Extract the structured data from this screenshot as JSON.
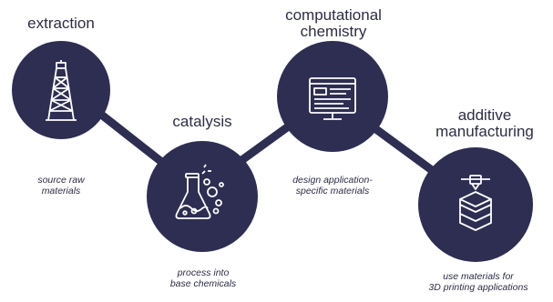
{
  "steps": [
    {
      "title": [
        "extraction"
      ],
      "caption": [
        "source raw",
        "materials"
      ],
      "icon": "oil-derrick-icon"
    },
    {
      "title": [
        "catalysis"
      ],
      "caption": [
        "process into",
        "base chemicals"
      ],
      "icon": "flask-chemicals-icon"
    },
    {
      "title": [
        "computational",
        "chemistry"
      ],
      "caption": [
        "design application-",
        "specific materials"
      ],
      "icon": "computer-screen-icon"
    },
    {
      "title": [
        "additive",
        "manufacturing"
      ],
      "caption": [
        "use materials for",
        "3D printing applications"
      ],
      "icon": "3d-printer-layers-icon"
    }
  ],
  "colors": {
    "circle": "#2e2e52",
    "connector": "#2e2e52",
    "icon": "#ffffff",
    "text": "#2d2d45"
  }
}
